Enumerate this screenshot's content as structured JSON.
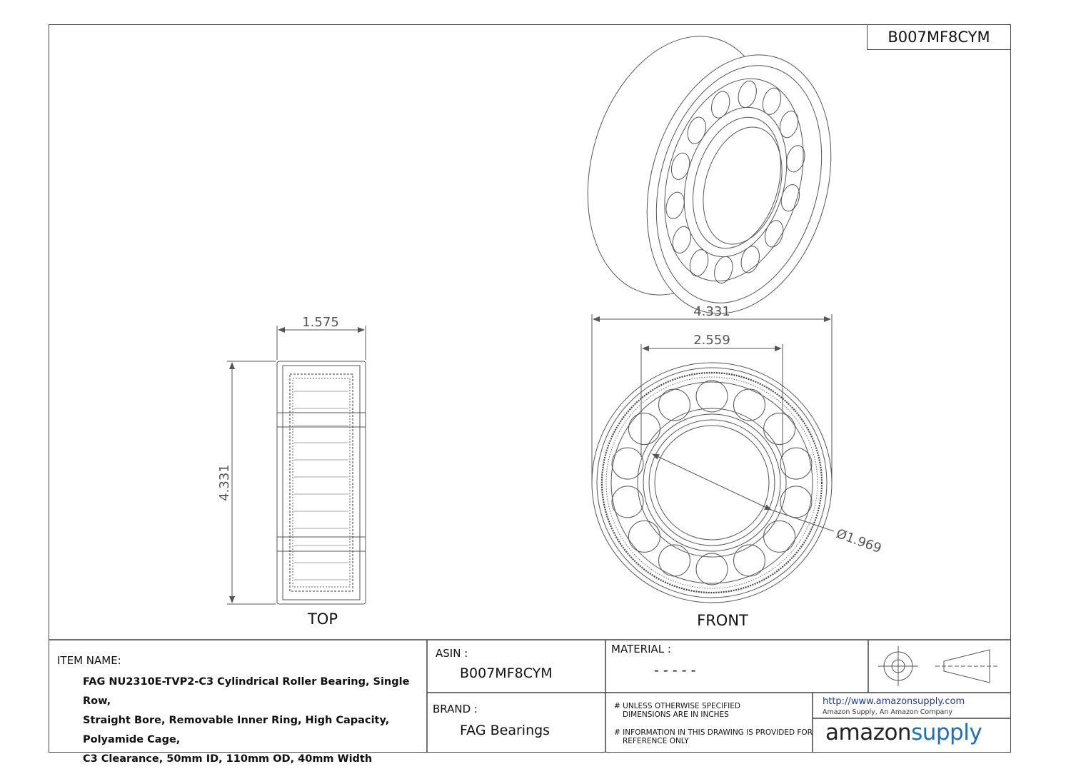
{
  "header": {
    "asin_tag": "B007MF8CYM"
  },
  "views": {
    "top": {
      "label": "TOP",
      "width_dim": "1.575",
      "height_dim": "4.331"
    },
    "front": {
      "label": "FRONT",
      "outer_dim": "4.331",
      "inner_dim": "2.559",
      "bore_dim": "Ø1.969"
    }
  },
  "title_block": {
    "item_name_title": "ITEM NAME:",
    "item_name_lines": [
      "FAG NU2310E-TVP2-C3 Cylindrical Roller Bearing, Single Row,",
      "Straight Bore, Removable Inner Ring, High Capacity, Polyamide Cage,",
      "C3 Clearance, 50mm ID, 110mm OD, 40mm Width"
    ],
    "asin_title": "ASIN :",
    "asin_value": "B007MF8CYM",
    "brand_title": "BRAND :",
    "brand_value": "FAG Bearings",
    "material_title": "MATERIAL :",
    "material_value": "- - - - -",
    "note_units_1": "# UNLESS OTHERWISE SPECIFIED",
    "note_units_2": "DIMENSIONS ARE IN INCHES",
    "note_info_1": "# INFORMATION IN THIS DRAWING IS PROVIDED FOR",
    "note_info_2": "REFERENCE ONLY",
    "url": "http://www.amazonsupply.com",
    "company": "Amazon Supply, An Amazon Company",
    "logo_part1": "amazon",
    "logo_part2": "supply",
    "logo_colors": {
      "amazon": "#222222",
      "supply": "#1f6fb8"
    }
  }
}
